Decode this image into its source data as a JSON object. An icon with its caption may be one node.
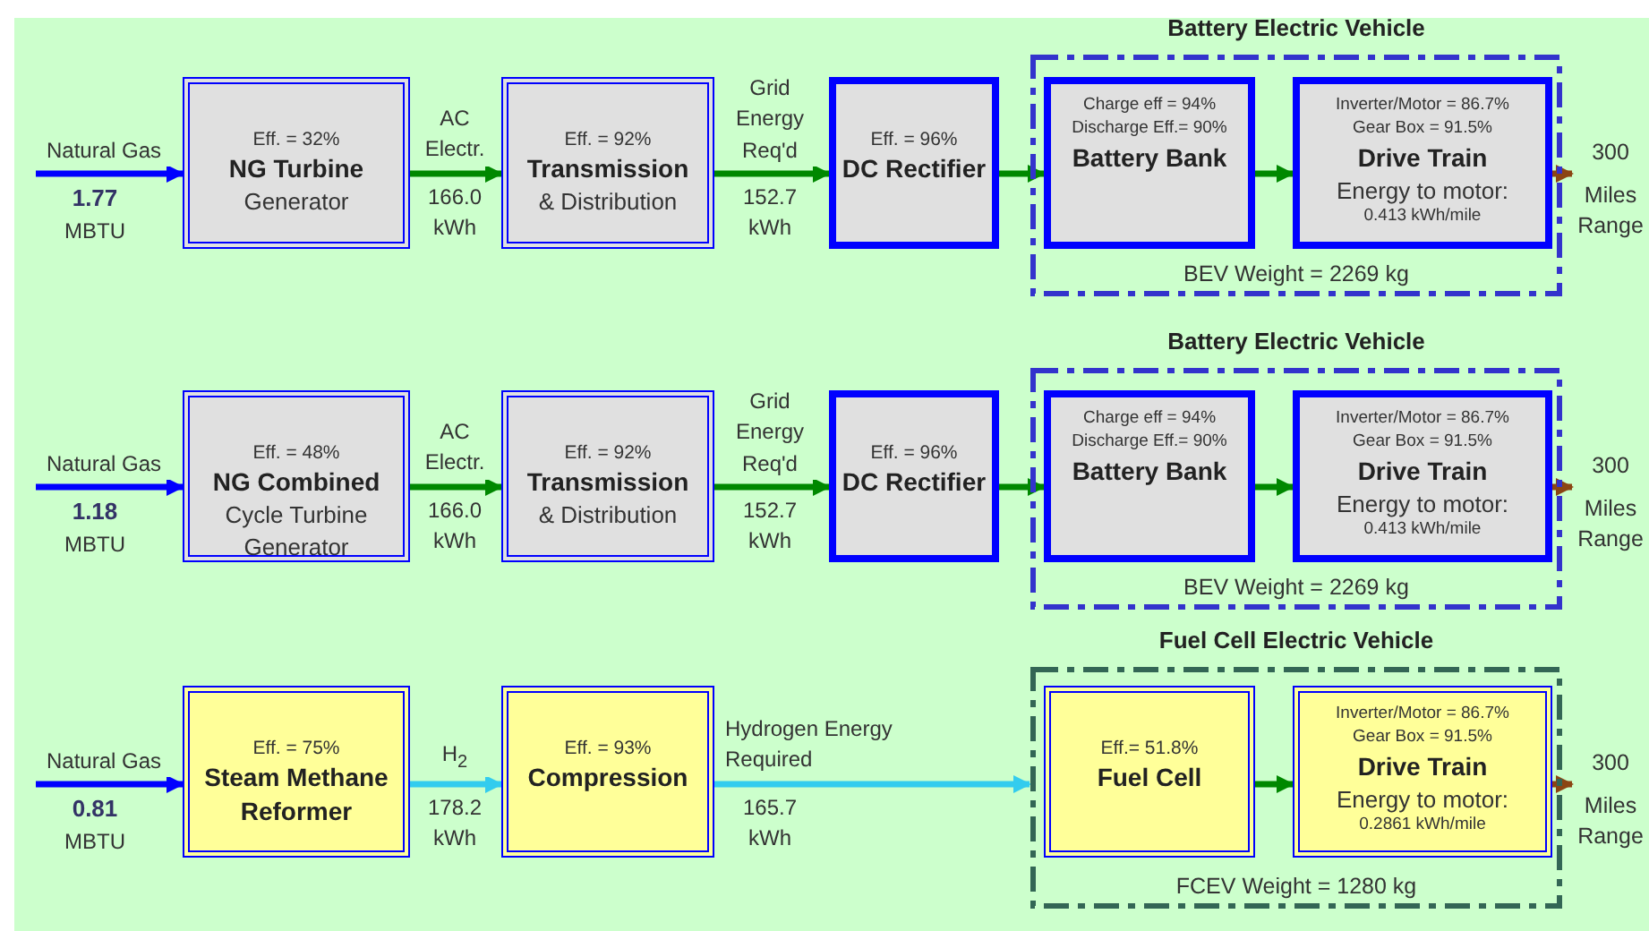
{
  "diagram": {
    "nodes": [
      {
        "text": [
          "Eff. = 32%",
          "NG Turbine",
          "Generator"
        ]
      },
      {
        "text": [
          "Eff. = 92%",
          "Transmission",
          "& Distribution"
        ]
      },
      {
        "text": [
          "Eff. = 96%",
          "DC Rectifier"
        ]
      },
      {
        "text": [
          "Battery Electric Vehicle",
          "BEV Weight = 2269 kg"
        ]
      },
      {
        "text": [
          "Charge eff = 94%",
          "Discharge Eff.= 90%",
          "Battery Bank"
        ],
        "in": 3
      },
      {
        "text": [
          "Inverter/Motor = 86.7%",
          "Gear Box = 91.5%",
          "Drive Train",
          "Energy to motor:",
          "0.413 kWh/mile"
        ],
        "in": 3
      },
      {
        "text": [
          "Eff. = 48%",
          "NG Combined",
          "Cycle Turbine Generator"
        ]
      },
      {
        "text": [
          "Eff. = 92%",
          "Transmission",
          "& Distribution"
        ]
      },
      {
        "text": [
          "Eff. = 96%",
          "DC Rectifier"
        ]
      },
      {
        "text": [
          "Battery Electric Vehicle",
          "BEV Weight = 2269 kg"
        ]
      },
      {
        "text": [
          "Charge eff = 94%",
          "Discharge Eff.= 90%",
          "Battery Bank"
        ],
        "in": 9
      },
      {
        "text": [
          "Inverter/Motor = 86.7%",
          "Gear Box = 91.5%",
          "Drive Train",
          "Energy to motor:",
          "0.413 kWh/mile"
        ],
        "in": 9
      },
      {
        "text": [
          "Eff. = 75%",
          "Steam Methane Reformer"
        ]
      },
      {
        "text": [
          "Eff. = 93%",
          "Compression"
        ]
      },
      {
        "text": [
          "Fuel Cell Electric Vehicle",
          "FCEV Weight = 1280 kg"
        ]
      },
      {
        "text": [
          "Eff.= 51.8%",
          "Fuel Cell"
        ],
        "in": 14
      },
      {
        "text": [
          "Inverter/Motor = 86.7%",
          "Gear Box = 91.5%",
          "Drive Train",
          "Energy to motor:",
          "0.2861 kWh/mile"
        ],
        "in": 14
      },
      {
        "text": [
          "300",
          "Miles Range"
        ]
      },
      {
        "text": [
          "300",
          "Miles Range"
        ]
      },
      {
        "text": [
          "300",
          "Miles Range"
        ]
      }
    ],
    "edges": [
      {
        "from": null,
        "to": 0,
        "arrow": "to",
        "label": "Natural Gas",
        "color": "#0000ff"
      },
      {
        "from": 0,
        "to": 1,
        "arrow": "to",
        "label": "AC Electr."
      },
      {
        "from": 1,
        "to": 2,
        "arrow": "to",
        "label": "Grid Energy Req'd"
      },
      {
        "from": 2,
        "to": 4,
        "arrow": "to"
      },
      {
        "from": 4,
        "to": 5,
        "arrow": "to"
      },
      {
        "from": 5,
        "to": 17,
        "arrow": "to",
        "color": "#8b4513"
      },
      {
        "from": null,
        "to": 6,
        "arrow": "to",
        "label": "Natural Gas",
        "color": "#0000ff"
      },
      {
        "from": 6,
        "to": 7,
        "arrow": "to",
        "label": "AC Electr."
      },
      {
        "from": 7,
        "to": 8,
        "arrow": "to",
        "label": "Grid Energy Req'd"
      },
      {
        "from": 8,
        "to": 10,
        "arrow": "to"
      },
      {
        "from": 10,
        "to": 11,
        "arrow": "to"
      },
      {
        "from": 11,
        "to": 18,
        "arrow": "to",
        "color": "#8b4513"
      },
      {
        "from": null,
        "to": 12,
        "arrow": "to",
        "label": "Natural Gas",
        "color": "#0000ff"
      },
      {
        "from": 12,
        "to": 13,
        "arrow": "to",
        "label": "H$_{2}$",
        "color": "#33ccee"
      },
      {
        "from": 13,
        "to": 14,
        "arrow": "to",
        "label": "Hydrogen Energy Required",
        "color": "#33ccee"
      },
      {
        "from": 15,
        "to": 16,
        "arrow": "to"
      },
      {
        "from": 16,
        "to": 19,
        "arrow": "to",
        "color": "#8b4513"
      }
    ],
    "labels": [
      "1.77",
      "MBTU",
      "166.0 kWh",
      "152.7 kWh",
      "1.18",
      "MBTU",
      "166.0 kWh",
      "152.7 kWh",
      "0.81",
      "MBTU",
      "178.2 kWh",
      "165.7 kWh"
    ]
  }
}
